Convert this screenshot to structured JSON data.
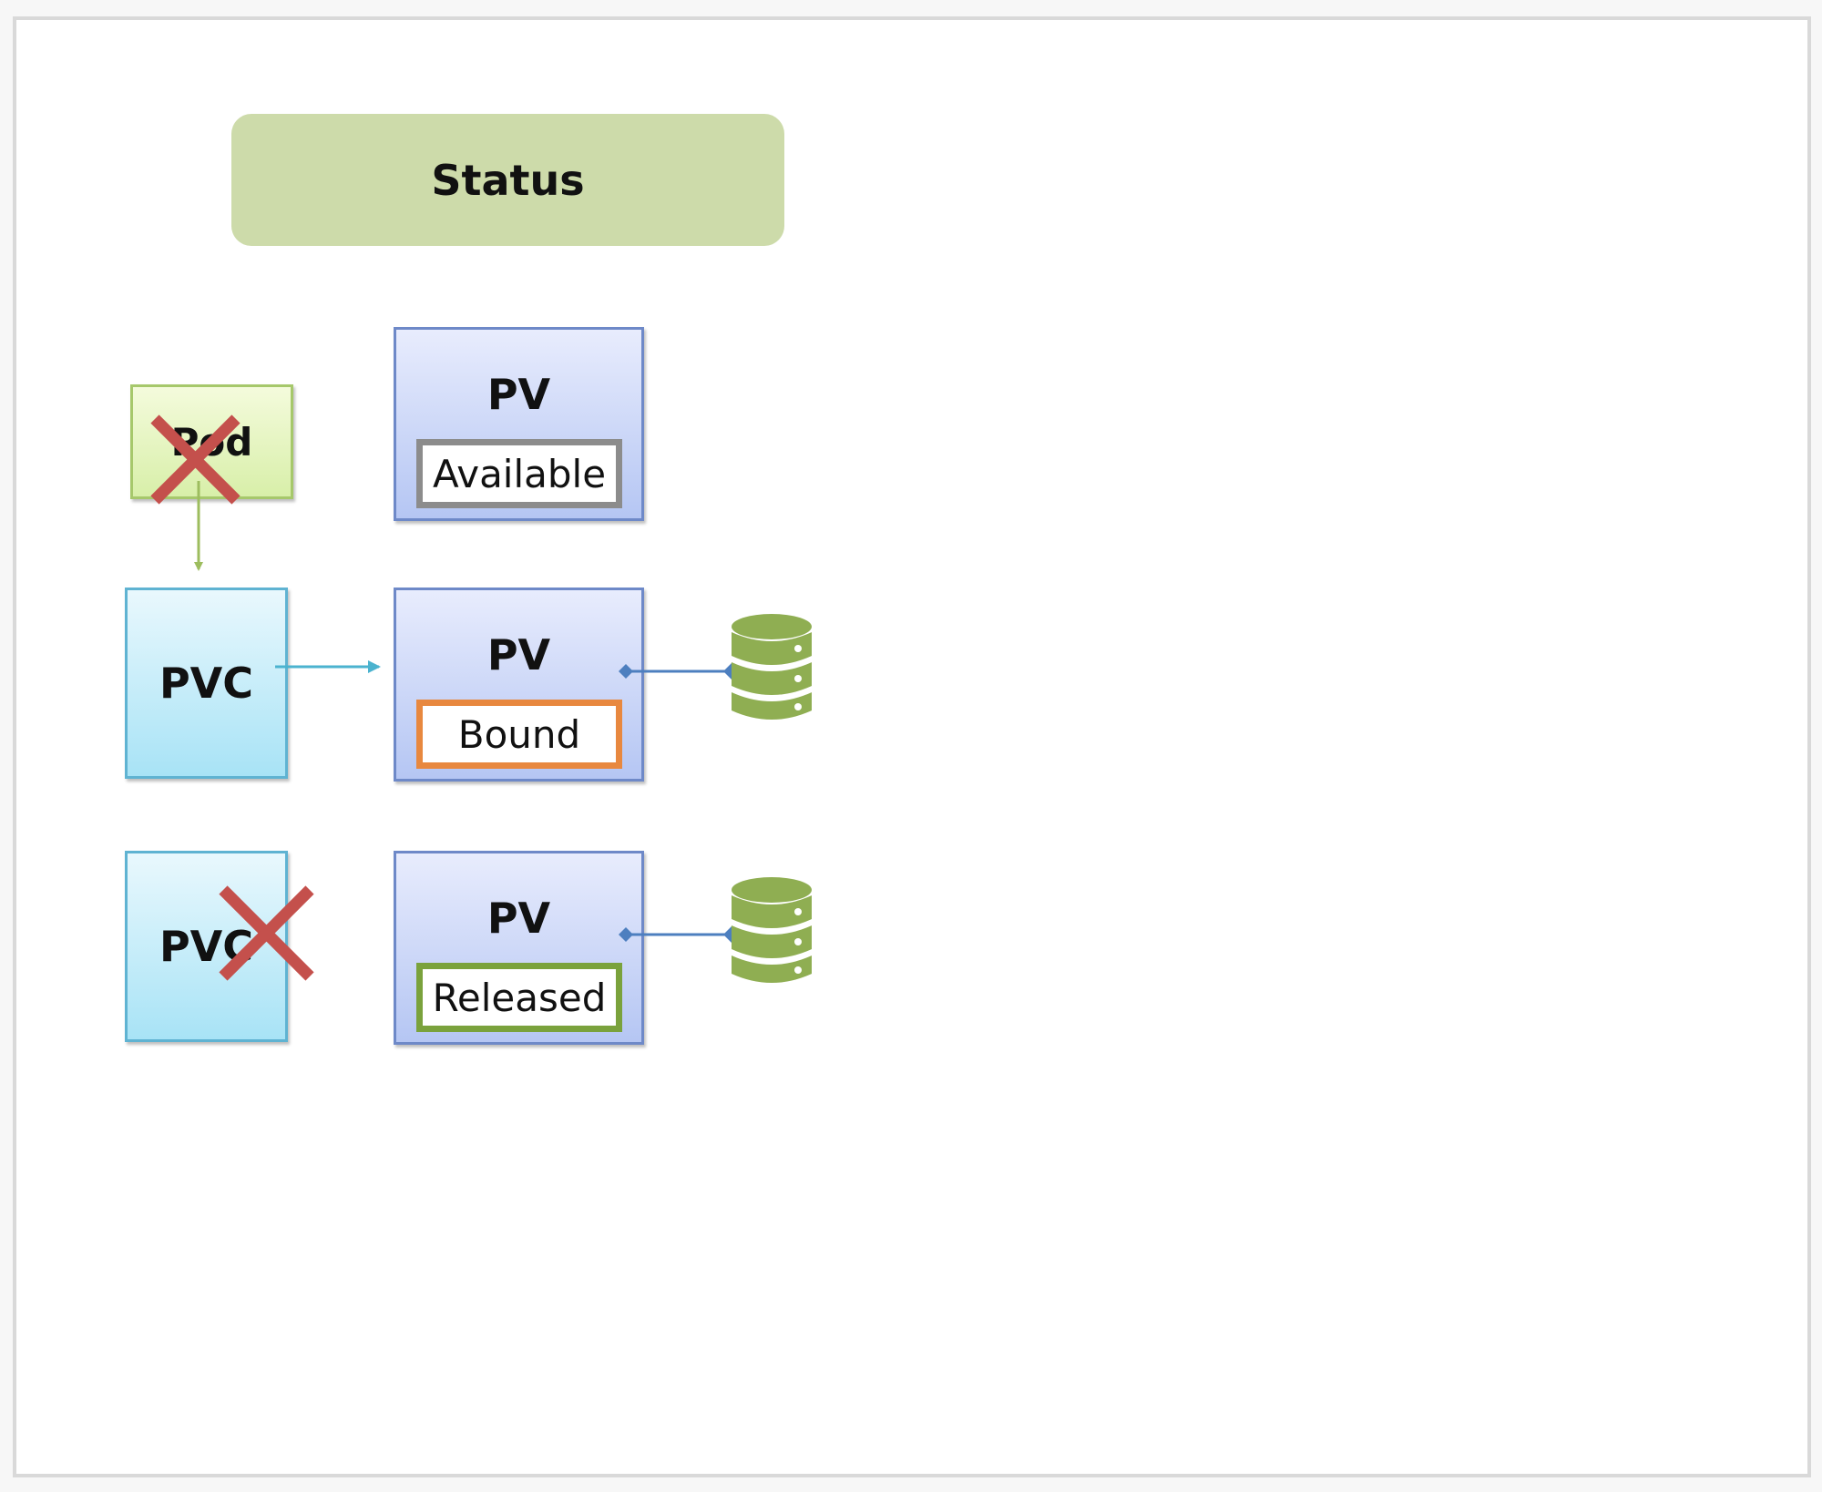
{
  "title": "Status",
  "pod": {
    "label": "Pod"
  },
  "pvc_bound": {
    "label": "PVC"
  },
  "pvc_deleted": {
    "label": "PVC"
  },
  "pv_rows": [
    {
      "label": "PV",
      "status": "Available",
      "status_color": "#8c8c8c"
    },
    {
      "label": "PV",
      "status": "Bound",
      "status_color": "#e8883f"
    },
    {
      "label": "PV",
      "status": "Released",
      "status_color": "#7aa23c"
    }
  ],
  "colors": {
    "title_bg": "#cddbaa",
    "pod_bg": "#d8efa9",
    "pvc_bg": "#a8e3f6",
    "pv_bg": "#b5c6f3",
    "cross": "#c4504c",
    "storage": "#8fae52",
    "connector": "#4d7fbf"
  },
  "icons": [
    "cross-mark-icon",
    "database-icon"
  ]
}
